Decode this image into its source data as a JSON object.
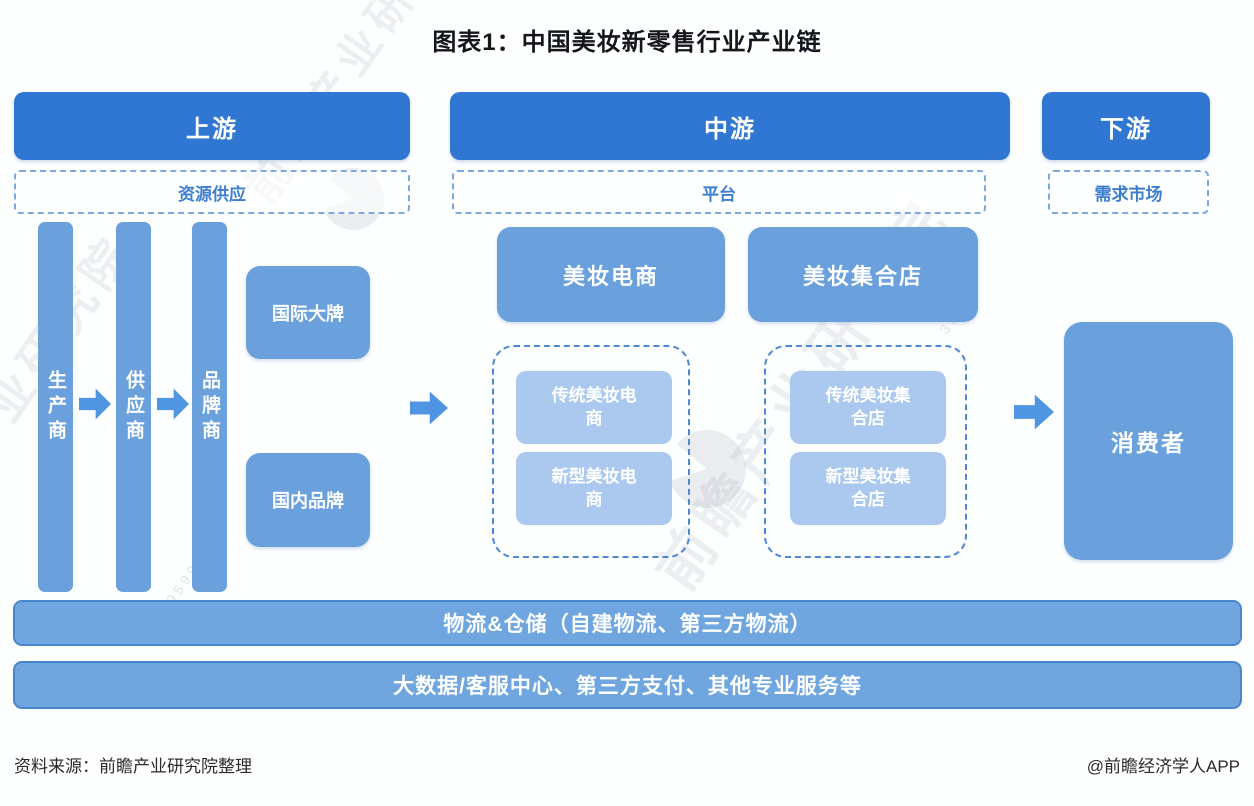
{
  "title": "图表1：中国美妆新零售行业产业链",
  "colors": {
    "header_blue": "#2f77d2",
    "block_blue": "#6aa0dc",
    "light_blue": "#abc9ee",
    "support_blue": "#6fa6e0",
    "support_border": "#4a86cf",
    "dashed_border": "#7ca9e2",
    "dashed_border_strong": "#4c88d6",
    "label_blue": "#3e7ecf",
    "arrow_blue": "#4f95e2"
  },
  "sections": {
    "upstream": {
      "header": "上游",
      "label": "资源供应",
      "chain": [
        "生产商",
        "供应商",
        "品牌商"
      ],
      "brands": [
        "国际大牌",
        "国内品牌"
      ]
    },
    "midstream": {
      "header": "中游",
      "label": "平台",
      "channels": [
        {
          "title": "美妆电商",
          "sub": [
            "传统美妆电商",
            "新型美妆电商"
          ]
        },
        {
          "title": "美妆集合店",
          "sub": [
            "传统美妆集合店",
            "新型美妆集合店"
          ]
        }
      ]
    },
    "downstream": {
      "header": "下游",
      "label": "需求市场",
      "consumer": "消费者"
    }
  },
  "support_bars": [
    "物流&仓储（自建物流、第三方物流）",
    "大数据/客服中心、第三方支付、其他专业服务等"
  ],
  "footer": {
    "source": "资料来源：前瞻产业研究院整理",
    "credit": "@前瞻经济学人APP"
  },
  "watermark": {
    "text": "前瞻产业研究院",
    "digits": "39599"
  }
}
